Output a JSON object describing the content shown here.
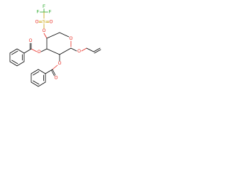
{
  "molecule": {
    "atom_labels": {
      "F_top": "F",
      "F_left": "F",
      "F_right": "F",
      "S": "S",
      "O_sulfonyl_left": "O",
      "O_sulfonyl_right": "O",
      "O_triflate_ester": "O",
      "O_ring": "O",
      "O_allyl": "O",
      "O_benzoate_upper_ester": "O",
      "O_benzoate_upper_carbonyl": "O",
      "O_benzoate_lower_ester": "O",
      "O_benzoate_lower_carbonyl": "O"
    },
    "colors": {
      "carbon_bond": "#000000",
      "oxygen": "#e8261c",
      "sulfur": "#c8a000",
      "fluorine": "#1aa31a",
      "background": "#ffffff"
    }
  }
}
